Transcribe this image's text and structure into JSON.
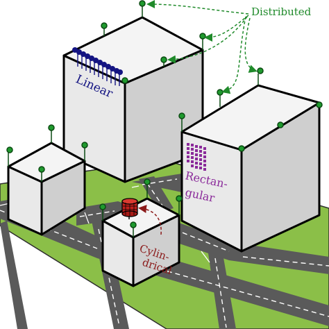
{
  "labels": {
    "distributed": "Distributed",
    "linear": "Linear",
    "rect_line1": "Rectan-",
    "rect_line2": "gular",
    "cyl_line1": "Cylin-",
    "cyl_line2": "drical"
  },
  "colors": {
    "grass": "#8bbf48",
    "road": "#5a5a5a",
    "road_mark": "#ffffff",
    "roof": "#f4f4f4",
    "wall_light": "#e6e6e6",
    "wall_dark": "#cfcfcf",
    "outline": "#000000",
    "antenna": "#1f9a2e",
    "distributed": "#1f8a2a",
    "linear": "#141482",
    "rectangular": "#8a2a9a",
    "cylindrical": "#8b1a1a",
    "cylinder_fill": "#c0201c"
  }
}
